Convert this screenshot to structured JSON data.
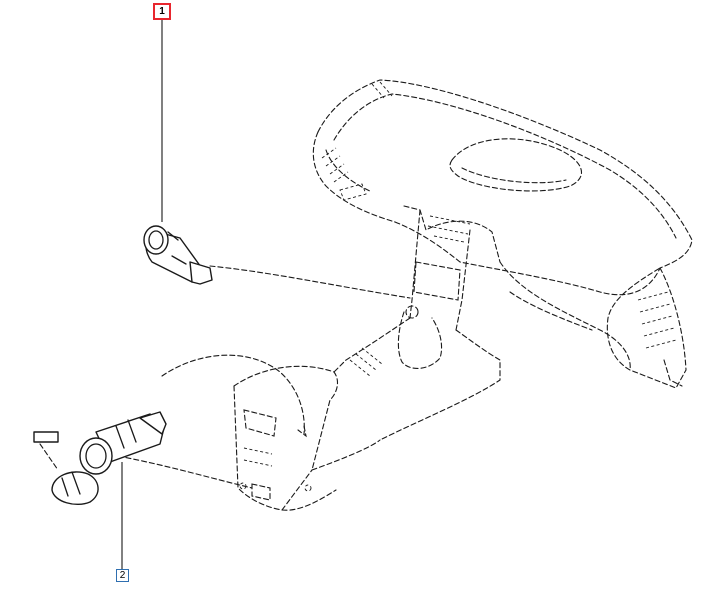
{
  "callouts": [
    {
      "id": "1",
      "label": "1",
      "highlight_color": "#e8262e"
    },
    {
      "id": "2",
      "label": "2",
      "highlight_color": "#2f6fb0"
    }
  ],
  "parts": [
    {
      "callout": "1",
      "icon": "switch-part-icon"
    },
    {
      "callout": "2",
      "icon": "lighter-socket-icon"
    }
  ],
  "assembly_icon": "dashboard-console-icon"
}
